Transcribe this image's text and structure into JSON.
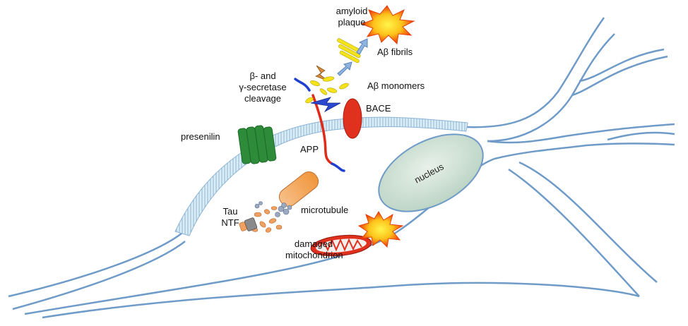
{
  "labels": {
    "amyloid_plaque": [
      "amyloid",
      "plaque"
    ],
    "abeta_fibrils": "Aβ fibrils",
    "abeta_monomers": "Aβ monomers",
    "secretase": [
      "β- and",
      "γ-secretase",
      "cleavage"
    ],
    "bace": "BACE",
    "presenilin": "presenilin",
    "app": "APP",
    "nucleus": "nucleus",
    "tau_ntf": [
      "Tau",
      "NTF"
    ],
    "microtubule": "microtubule",
    "mitochondrion": [
      "damaged",
      "mitochondrion"
    ]
  },
  "colors": {
    "membrane_outline": "#6f9bc8",
    "membrane_fill": "#dbeef6",
    "presenilin": "#2e8b3a",
    "bace": "#e0301e",
    "app_red": "#e02a1a",
    "app_blue": "#1f3fd0",
    "monomer": "#f5e31a",
    "arrow": "#8fb3de",
    "nucleus_fill": "#c9ddd0",
    "nucleus_stroke": "#6f9bc8",
    "tau": "#f0a060",
    "microtubule": "#f2a65a",
    "mitochondrion": "#e0301e",
    "burst_outer": "#f23a0a",
    "burst_inner": "#ffd21a"
  }
}
